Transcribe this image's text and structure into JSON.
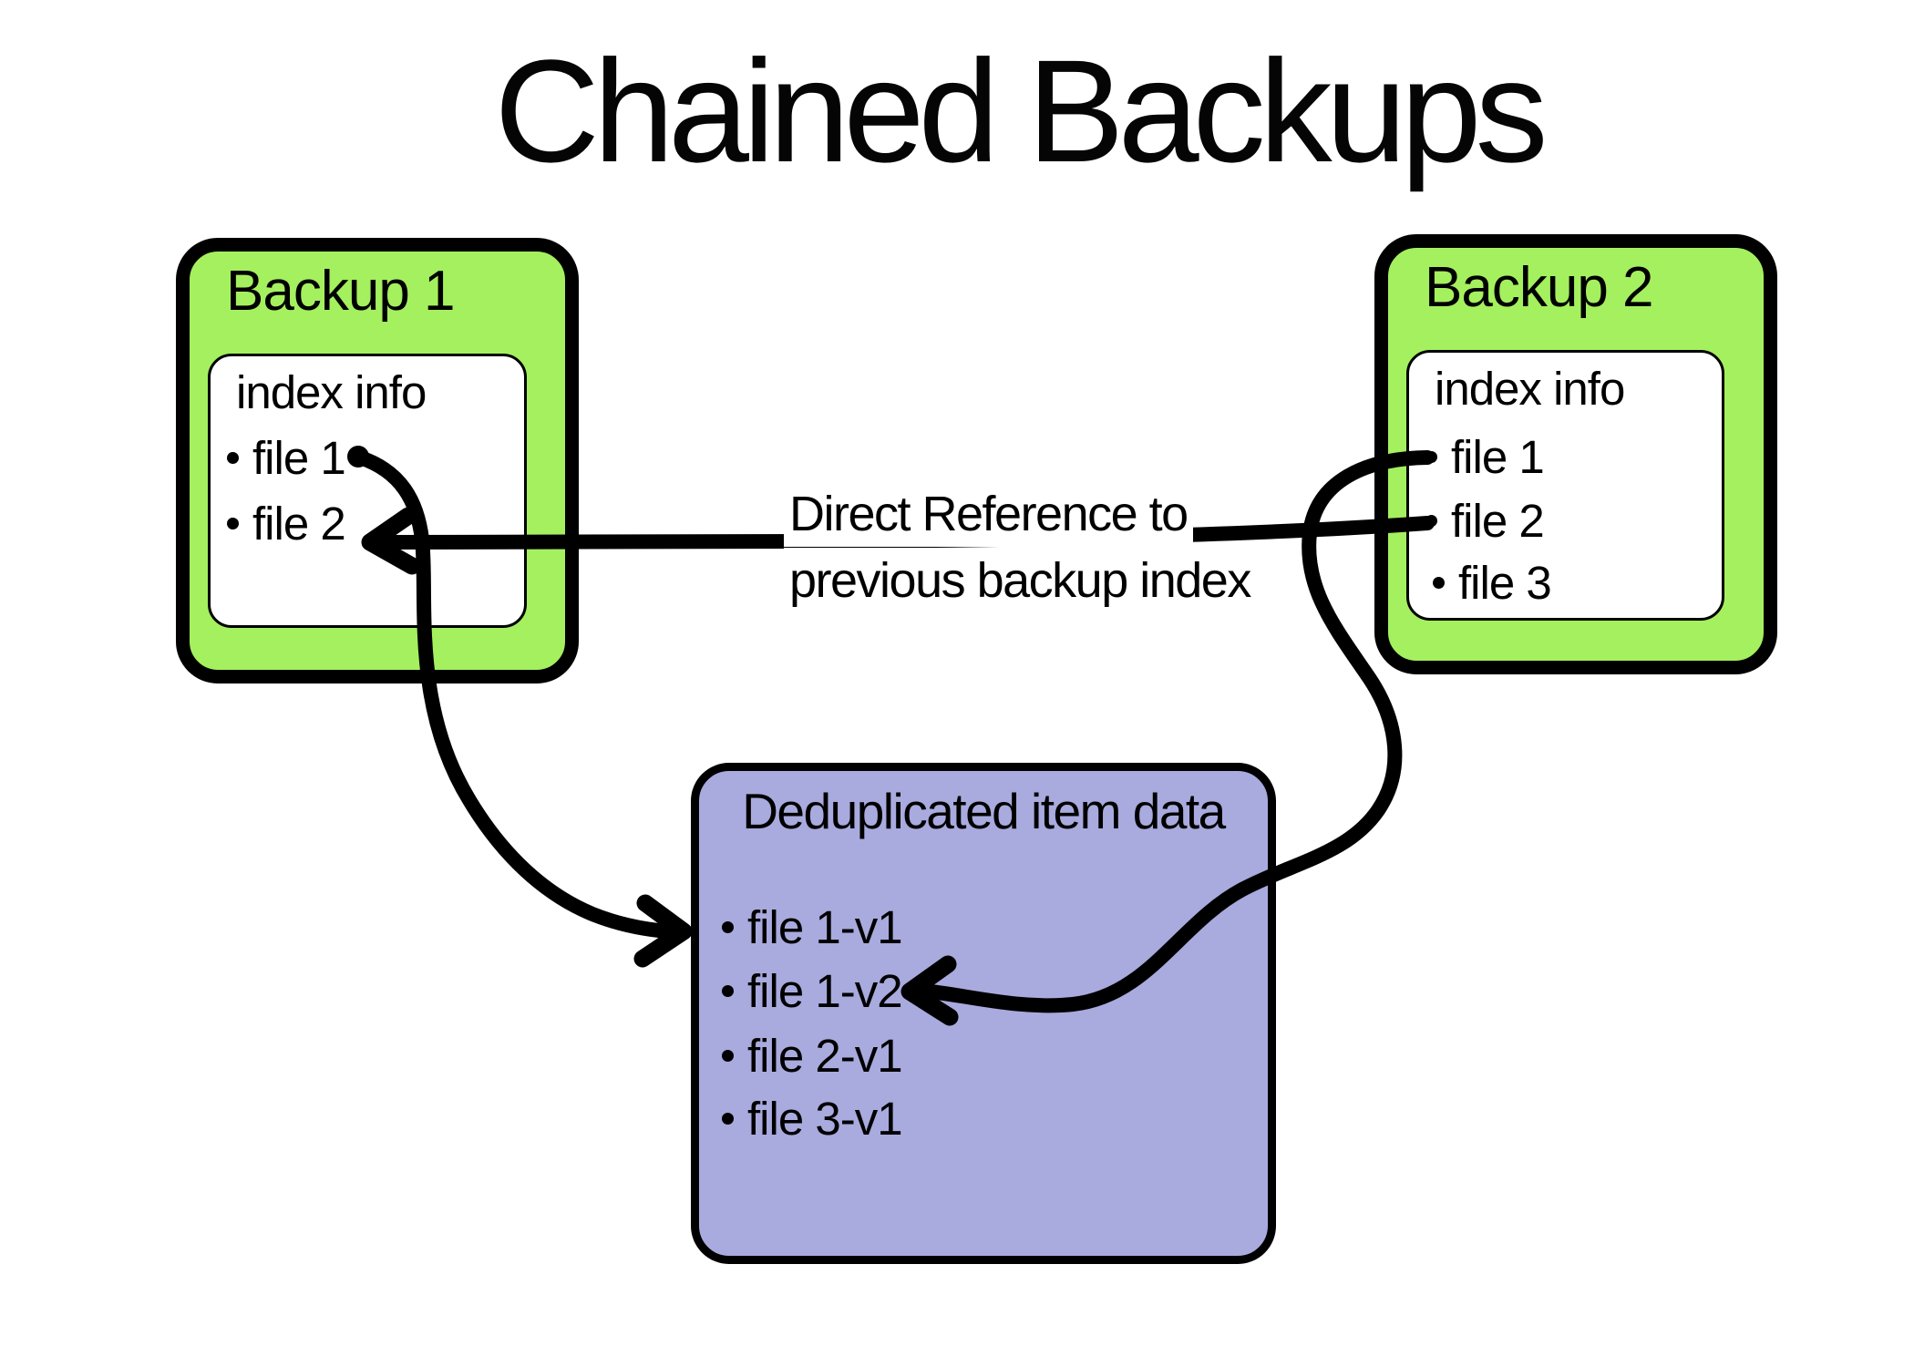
{
  "title": "Chained Backups",
  "backup1": {
    "title": "Backup 1",
    "index_title": "index info",
    "files": [
      "file 1",
      "file 2"
    ]
  },
  "backup2": {
    "title": "Backup 2",
    "index_title": "index info",
    "files": [
      "file 1",
      "file 2",
      "file 3"
    ]
  },
  "dedup": {
    "title": "Deduplicated item data",
    "files": [
      "file 1-v1",
      "file 1-v2",
      "file 2-v1",
      "file 3-v1"
    ]
  },
  "annotations": {
    "direct_reference": {
      "line1": "Direct Reference to",
      "line2": "previous backup index"
    }
  },
  "arrows": [
    {
      "name": "backup1-file1-to-dedup-file1v1",
      "from": "Backup 1 / file 1",
      "to": "Deduplicated item data / file 1-v1"
    },
    {
      "name": "backup2-index-to-backup1-index",
      "from": "Backup 2 / file 2",
      "to": "Backup 1 index info",
      "label": "Direct Reference to previous backup index"
    },
    {
      "name": "backup2-file1-to-dedup-file1v2",
      "from": "Backup 2 / file 1",
      "to": "Deduplicated item data / file 1-v2"
    }
  ],
  "colors": {
    "backup_box_fill": "#a4f05e",
    "dedup_box_fill": "#a9aade",
    "stroke": "#000000",
    "index_box_fill": "#ffffff",
    "background": "#ffffff"
  }
}
